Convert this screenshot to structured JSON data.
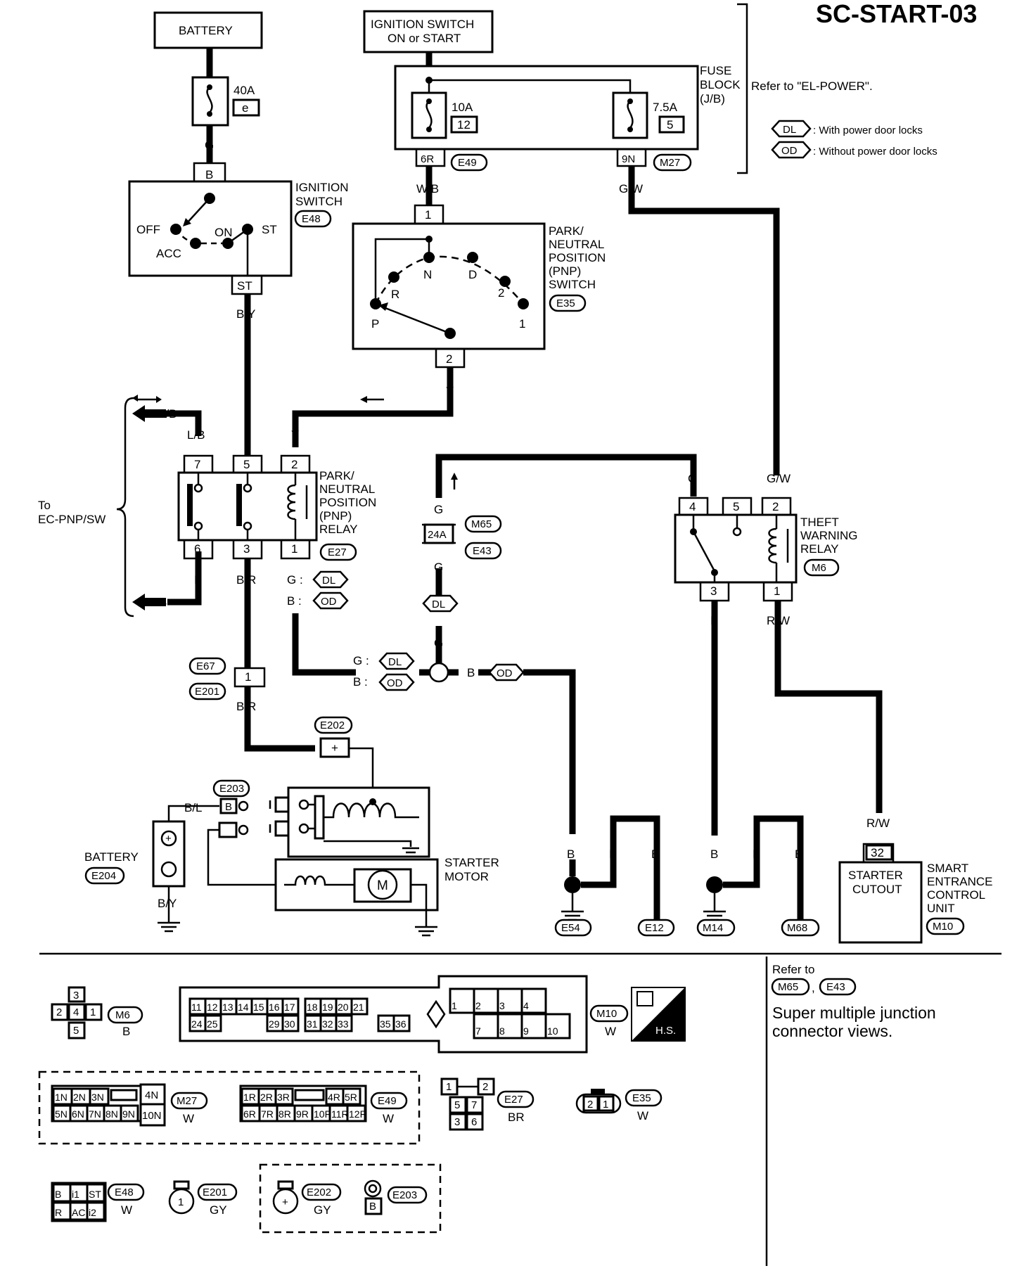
{
  "title": "SC-START-03",
  "refer_note": "Refer to \"EL-POWER\".",
  "legend": [
    {
      "code": "DL",
      "text": ": With power door locks"
    },
    {
      "code": "OD",
      "text": ": Without power door locks"
    }
  ],
  "components": {
    "battery_top": "BATTERY",
    "fuse_40a": {
      "rating": "40A",
      "id": "e"
    },
    "ignition_switch_top": [
      "IGNITION SWITCH",
      "ON or START"
    ],
    "fuse_block": [
      "FUSE",
      "BLOCK",
      "(J/B)"
    ],
    "fuse_10a": {
      "rating": "10A",
      "id": "12"
    },
    "fuse_7_5a": {
      "rating": "7.5A",
      "id": "5"
    },
    "ignition_switch": {
      "label": [
        "IGNITION",
        "SWITCH"
      ],
      "connector": "E48",
      "positions": [
        "OFF",
        "ACC",
        "ON",
        "ST"
      ],
      "pins": [
        "B",
        "ST"
      ]
    },
    "pnp_switch": {
      "label": [
        "PARK/",
        "NEUTRAL",
        "POSITION",
        "(PNP)",
        "SWITCH"
      ],
      "connector": "E35",
      "positions": [
        "P",
        "R",
        "N",
        "D",
        "2",
        "1"
      ],
      "pins": [
        "1",
        "2"
      ]
    },
    "pnp_relay": {
      "label": [
        "PARK/",
        "NEUTRAL",
        "POSITION",
        "(PNP)",
        "RELAY"
      ],
      "connector": "E27",
      "pins_top": [
        "7",
        "5",
        "2"
      ],
      "pins_bottom": [
        "6",
        "3",
        "1"
      ]
    },
    "theft_relay": {
      "label": [
        "THEFT",
        "WARNING",
        "RELAY"
      ],
      "connector": "M6",
      "pins_top": [
        "4",
        "5",
        "2"
      ],
      "pins_bottom": [
        "3",
        "1"
      ]
    },
    "starter_motor": [
      "STARTER",
      "MOTOR"
    ],
    "battery_bottom": {
      "label": "BATTERY",
      "connector": "E204"
    },
    "smart_unit": {
      "label": [
        "SMART",
        "ENTRANCE",
        "CONTROL",
        "UNIT"
      ],
      "inner": [
        "STARTER",
        "CUTOUT"
      ],
      "connector": "M10",
      "pin": "32"
    },
    "ec_pnp": [
      "To",
      "EC-PNP/SW"
    ]
  },
  "connectors": [
    "E49",
    "M27",
    "E48",
    "E35",
    "E27",
    "M6",
    "M65",
    "E43",
    "E67",
    "E201",
    "E202",
    "E203",
    "E204",
    "E54",
    "E12",
    "M14",
    "M68",
    "M10"
  ],
  "pins": {
    "fuse_10a_out": "6R",
    "fuse_7_5a_out": "9N",
    "m65_pin": "24A",
    "e67_pin": "1",
    "e202_pin": "+",
    "e203_pin": "B",
    "ps_pin": "1"
  },
  "wire_colors": {
    "g": "G",
    "wb": "W/B",
    "gw": "G/W",
    "by": "B/Y",
    "y": "Y",
    "lb": "L/B",
    "b": "B",
    "br": "B/R",
    "rw": "R/W",
    "bl": "B/L"
  },
  "option_labels": {
    "g_dl": "G :",
    "b_od": "B :"
  },
  "refer_bottom": {
    "text": "Refer to",
    "connectors": [
      "M65",
      "E43"
    ],
    "sep": ",",
    "note": [
      "Super multiple junction",
      "connector views."
    ]
  },
  "connector_views": {
    "m6": {
      "id": "M6",
      "color": "B",
      "pins": [
        "3",
        "2",
        "4",
        "1",
        "5"
      ]
    },
    "m10": {
      "id": "M10",
      "color": "W",
      "hs": "H.S.",
      "row1": [
        "11",
        "12",
        "13",
        "14",
        "15",
        "16",
        "17",
        "18",
        "19",
        "20",
        "21"
      ],
      "row2": [
        "24",
        "25",
        "29",
        "30",
        "31",
        "32",
        "33",
        "35",
        "36"
      ],
      "right_row1": [
        "1",
        "2",
        "3",
        "4"
      ],
      "right_row2": [
        "7",
        "8",
        "9",
        "10"
      ]
    },
    "m27": {
      "id": "M27",
      "color": "W",
      "row1": [
        "1N",
        "2N",
        "3N"
      ],
      "row2": [
        "5N",
        "6N",
        "7N",
        "8N",
        "9N"
      ],
      "extra": [
        "4N",
        "10N"
      ]
    },
    "e49": {
      "id": "E49",
      "color": "W",
      "row1": [
        "1R",
        "2R",
        "3R",
        "4R",
        "5R"
      ],
      "row2": [
        "6R",
        "7R",
        "8R",
        "9R",
        "10R",
        "11R",
        "12R"
      ]
    },
    "e27": {
      "id": "E27",
      "color": "BR",
      "pins": [
        "1",
        "2",
        "5",
        "7",
        "3",
        "6"
      ]
    },
    "e35": {
      "id": "E35",
      "color": "W",
      "pins": [
        "2",
        "1"
      ]
    },
    "e48": {
      "id": "E48",
      "color": "W",
      "row1": [
        "B",
        "i1",
        "ST"
      ],
      "row2": [
        "R",
        "AC",
        "i2"
      ]
    },
    "e201": {
      "id": "E201",
      "color": "GY",
      "pin": "1"
    },
    "e202": {
      "id": "E202",
      "color": "GY",
      "pin": "+"
    },
    "e203": {
      "id": "E203",
      "pin": "B"
    }
  }
}
